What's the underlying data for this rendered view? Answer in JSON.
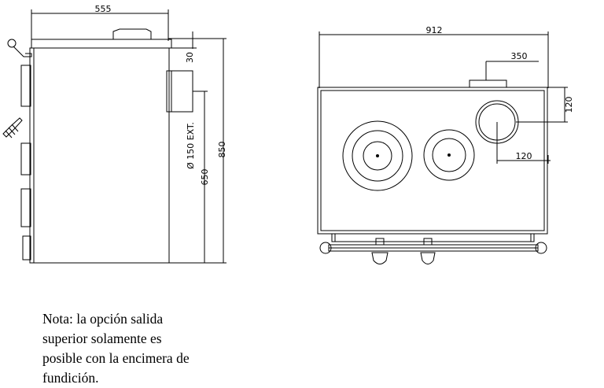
{
  "side_view": {
    "dim_width": "555",
    "dim_top_offset": "30",
    "dim_flue": "Ø 150 EXT.",
    "dim_outlet_height": "650",
    "dim_total_height": "850"
  },
  "front_view": {
    "dim_width": "912",
    "dim_outlet_x": "350",
    "dim_outlet_y": "120",
    "dim_outlet_x2": "120"
  },
  "note": {
    "lines": [
      "Nota: la opción salida",
      "superior solamente es",
      "posible con la encimera de",
      "fundición."
    ]
  }
}
